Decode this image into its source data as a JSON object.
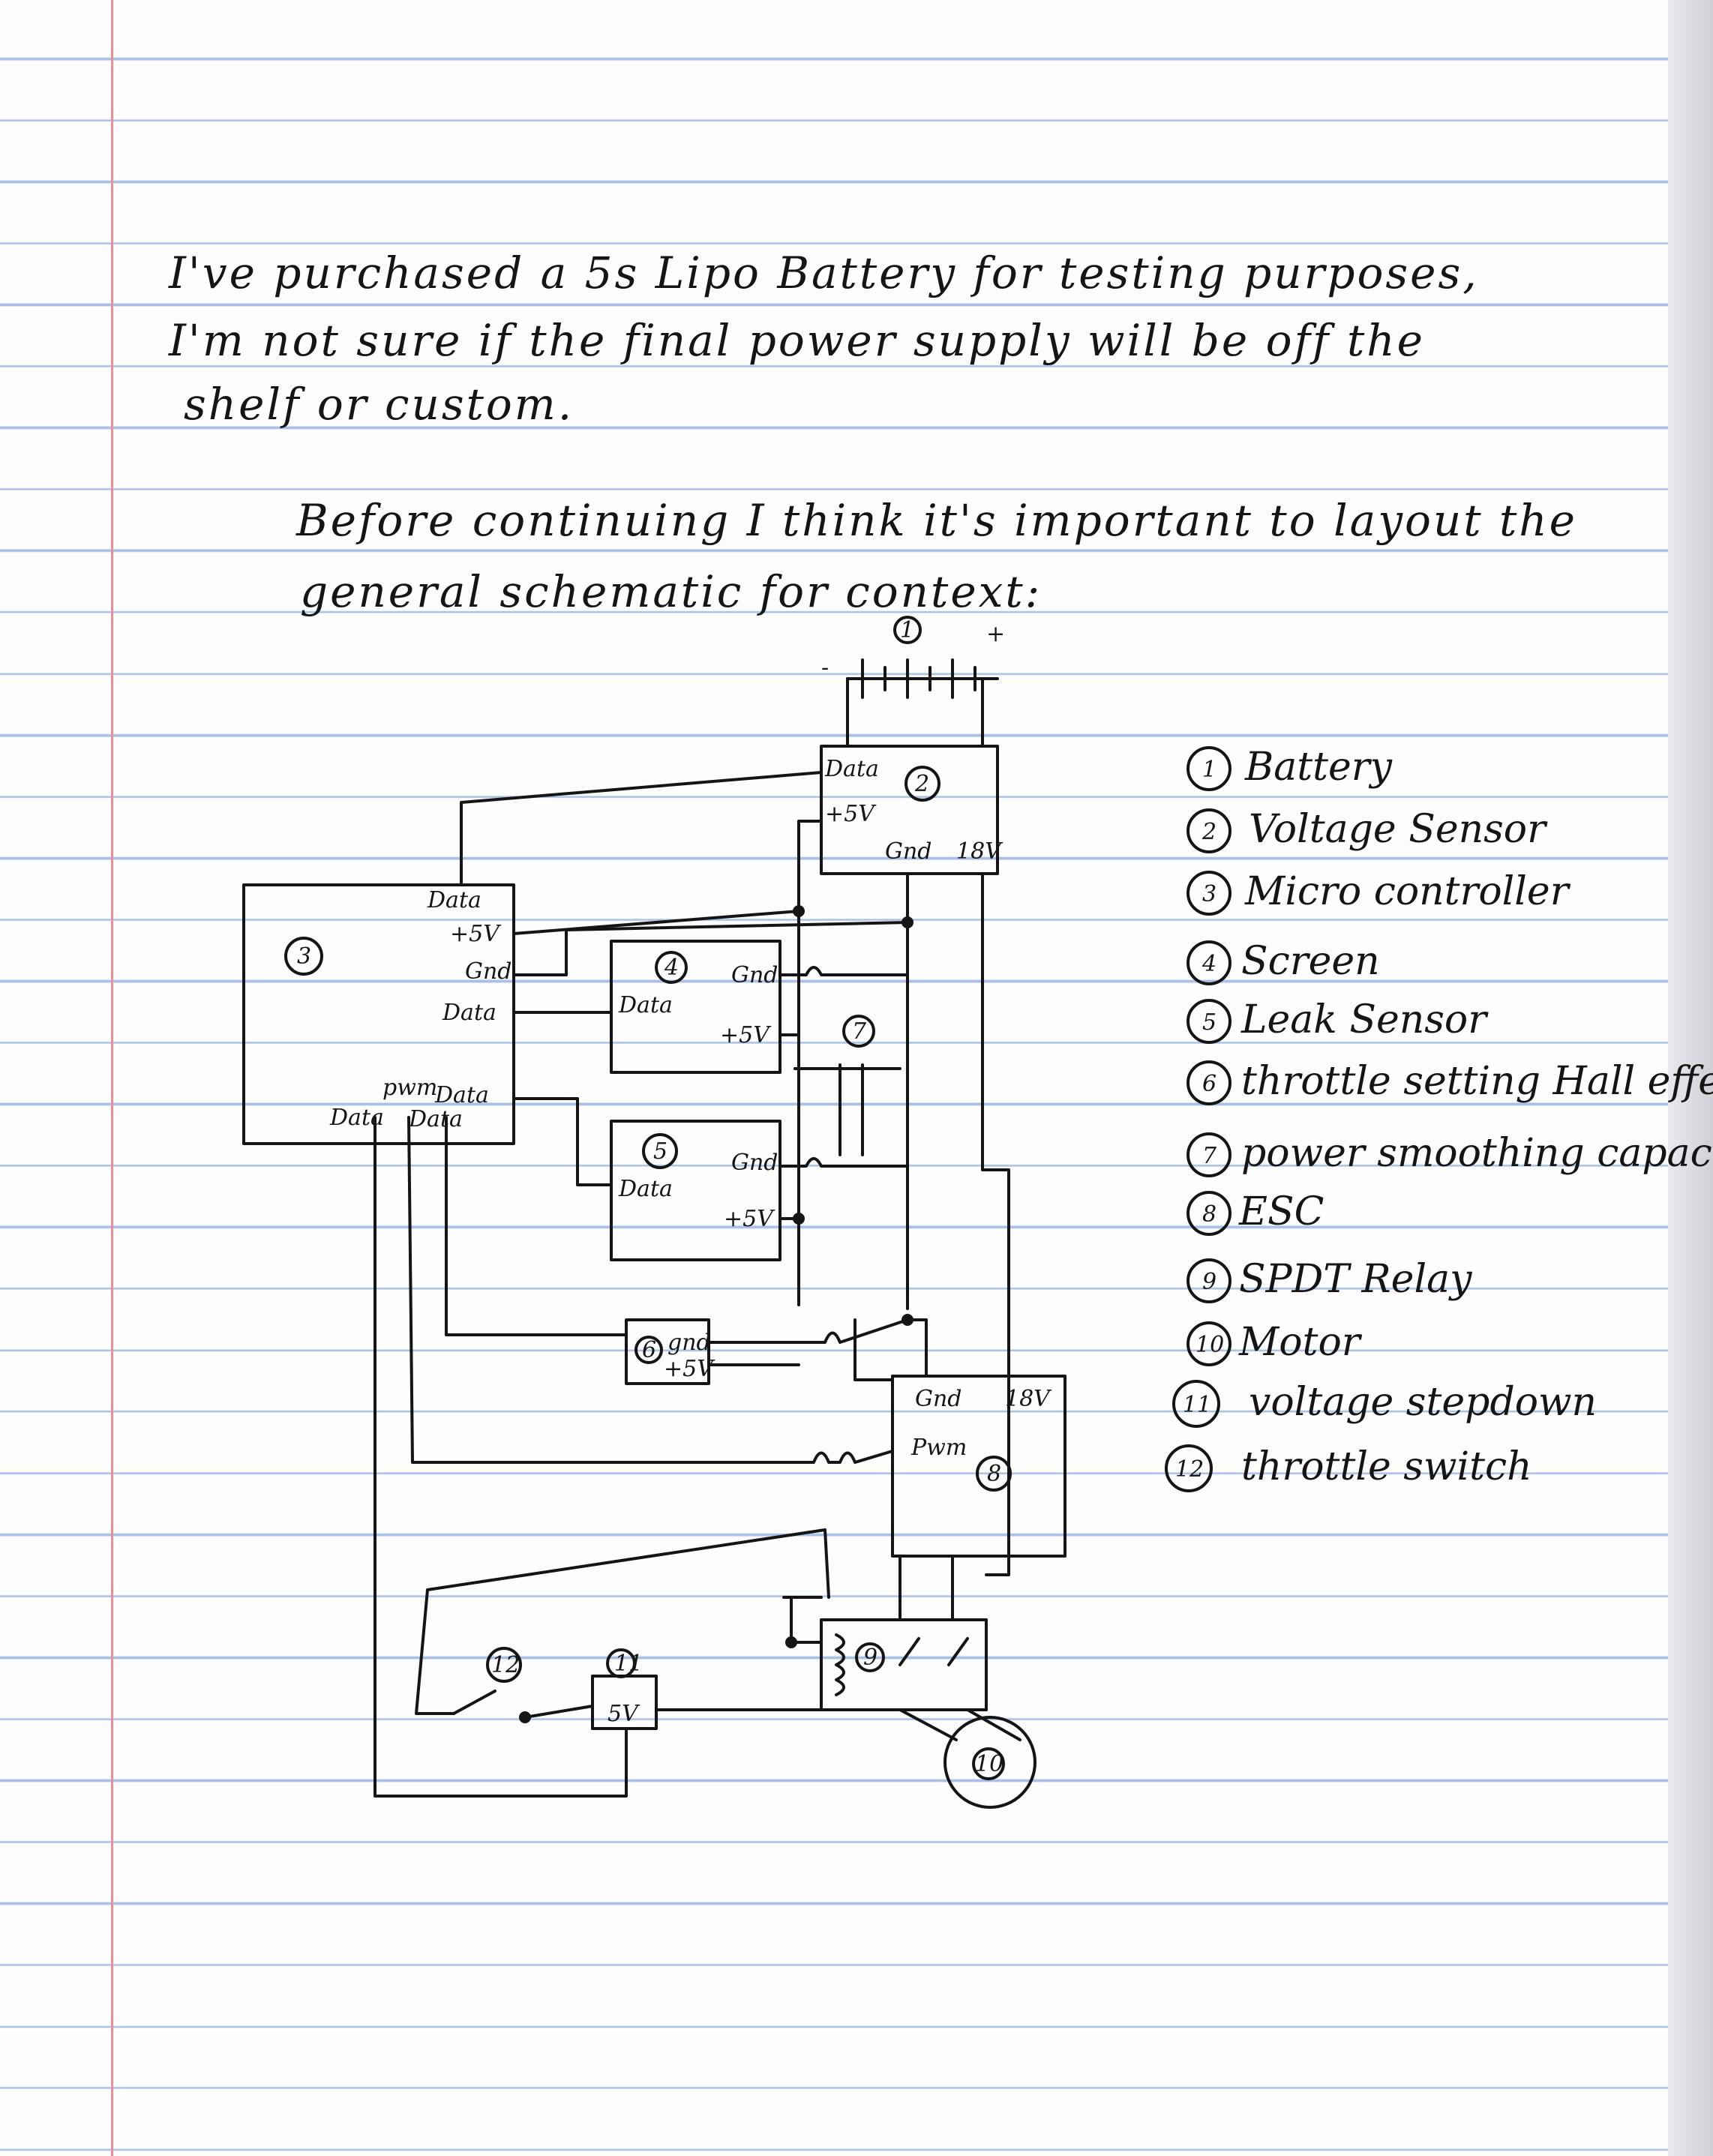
{
  "notes": {
    "line1": "I've purchased a 5s Lipo Battery for testing purposes,",
    "line2": "I'm not sure if the final power supply will be off the",
    "line3": "shelf or custom.",
    "line4": "Before continuing I think it's important to layout the",
    "line5": "general schematic for context:"
  },
  "diagram": {
    "battery": {
      "minus": "-",
      "plus": "+",
      "number": "1"
    },
    "voltage_sensor": {
      "number": "2",
      "data": "Data",
      "v5": "+5V",
      "gnd": "Gnd",
      "v18": "18V"
    },
    "microcontroller": {
      "number": "3",
      "data_top": "Data",
      "v5": "+5V",
      "gnd": "Gnd",
      "data_mid": "Data",
      "data_right": "Data",
      "data_bl": "Data",
      "pwm": "pwm",
      "data_br": "Data"
    },
    "screen": {
      "number": "4",
      "gnd": "Gnd",
      "data": "Data",
      "v5": "+5V"
    },
    "leak_sensor": {
      "number": "5",
      "gnd": "Gnd",
      "data": "Data",
      "v5": "+5V"
    },
    "hall_effect": {
      "number": "6",
      "gnd": "gnd",
      "v5": "+5V"
    },
    "capacitor": {
      "number": "7"
    },
    "esc": {
      "number": "8",
      "gnd": "Gnd",
      "v18": "18V",
      "pwm": "Pwm"
    },
    "relay": {
      "number": "9"
    },
    "motor": {
      "number": "10"
    },
    "stepdown": {
      "number": "11",
      "v5": "5V"
    },
    "throttle_switch": {
      "number": "12"
    }
  },
  "legend": [
    {
      "number": "1",
      "label": "Battery"
    },
    {
      "number": "2",
      "label": "Voltage Sensor"
    },
    {
      "number": "3",
      "label": "Micro controller"
    },
    {
      "number": "4",
      "label": "Screen"
    },
    {
      "number": "5",
      "label": "Leak Sensor"
    },
    {
      "number": "6",
      "label": "throttle setting Hall effect"
    },
    {
      "number": "7",
      "label": "power smoothing capacitor"
    },
    {
      "number": "8",
      "label": "ESC"
    },
    {
      "number": "9",
      "label": "SPDT Relay"
    },
    {
      "number": "10",
      "label": "Motor"
    },
    {
      "number": "11",
      "label": "voltage stepdown"
    },
    {
      "number": "12",
      "label": "throttle switch"
    }
  ],
  "colors": {
    "ink": "#151515",
    "rule": "#a9c0e6",
    "margin": "#ee8d95"
  }
}
